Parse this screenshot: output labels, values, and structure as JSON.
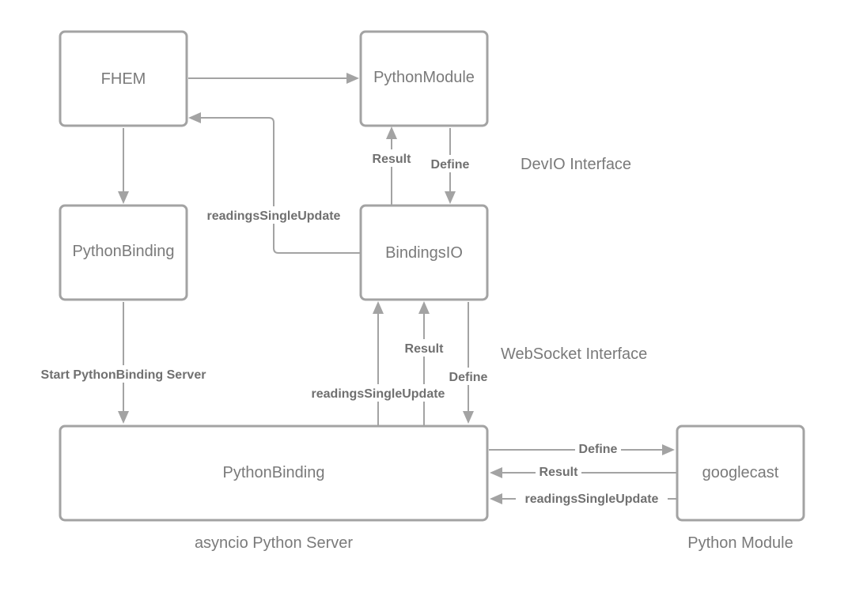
{
  "nodes": {
    "fhem": "FHEM",
    "python_module": "PythonModule",
    "python_binding_top": "PythonBinding",
    "bindings_io": "BindingsIO",
    "python_binding_server": "PythonBinding",
    "googlecast": "googlecast"
  },
  "edge_labels": {
    "bio_to_pm_result": "Result",
    "pm_to_bio_define": "Define",
    "bio_to_fhem_readings": "readingsSingleUpdate",
    "pb_start_server": "Start PythonBinding Server",
    "server_to_bio_readings": "readingsSingleUpdate",
    "server_to_bio_result": "Result",
    "bio_to_server_define": "Define",
    "server_to_gc_define": "Define",
    "gc_to_server_result": "Result",
    "gc_to_server_readings": "readingsSingleUpdate"
  },
  "captions": {
    "devio": "DevIO Interface",
    "websocket": "WebSocket Interface",
    "asyncio": "asyncio Python Server",
    "python_module": "Python Module"
  }
}
